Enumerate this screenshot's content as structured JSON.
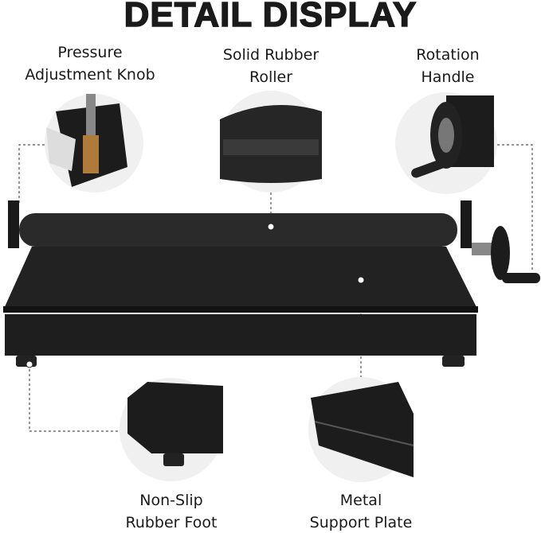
{
  "title": "DETAIL DISPLAY",
  "labels": {
    "knob": [
      "Pressure",
      "Adjustment Knob"
    ],
    "roller": [
      "Solid Rubber",
      "Roller"
    ],
    "handle": [
      "Rotation",
      "Handle"
    ],
    "foot": [
      "Non-Slip",
      "Rubber Foot"
    ],
    "plate": [
      "Metal",
      "Support Plate"
    ]
  },
  "colors": {
    "product": "#1c1c1c",
    "circle_bg": "#f0f0f0",
    "text": "#1a1a1a"
  }
}
